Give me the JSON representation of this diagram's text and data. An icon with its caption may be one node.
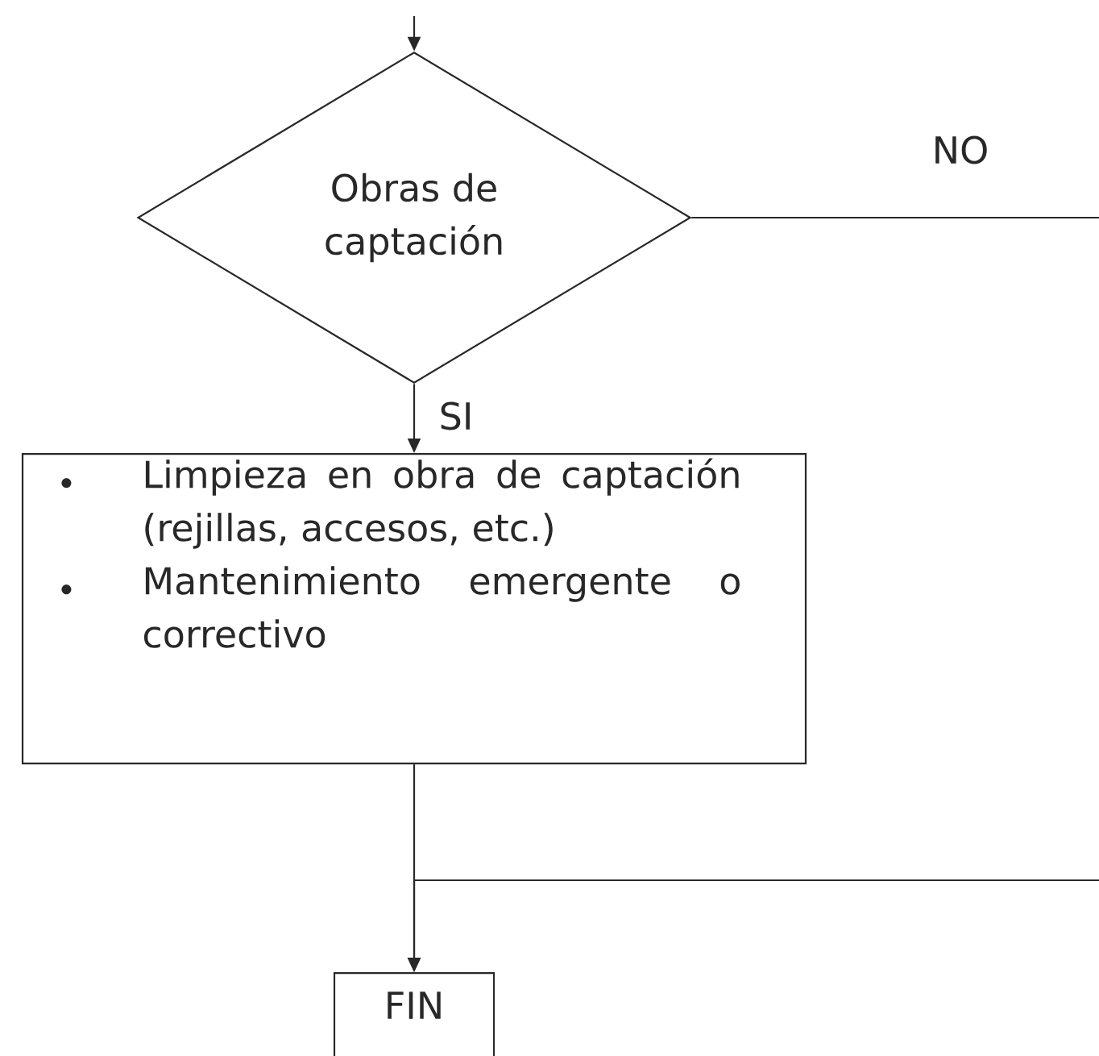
{
  "diagram": {
    "nodes": [
      {
        "text": [
          "Obras de captación"
        ]
      },
      {
        "text": [
          "Limpieza en obra de captación (rejillas, accesos, etc.)",
          "Mantenimiento emergente o correctivo"
        ]
      },
      {
        "text": [
          "FIN"
        ]
      }
    ],
    "edges": [
      {
        "from": null,
        "to": 0,
        "arrow": "to"
      },
      {
        "from": 0,
        "to": 1,
        "arrow": "to",
        "label": "SI"
      },
      {
        "from": 0,
        "to": null,
        "arrow": "none",
        "label": "NO"
      },
      {
        "from": 1,
        "to": 2,
        "arrow": "to"
      },
      {
        "from": null,
        "to": 2,
        "arrow": "to"
      }
    ]
  }
}
